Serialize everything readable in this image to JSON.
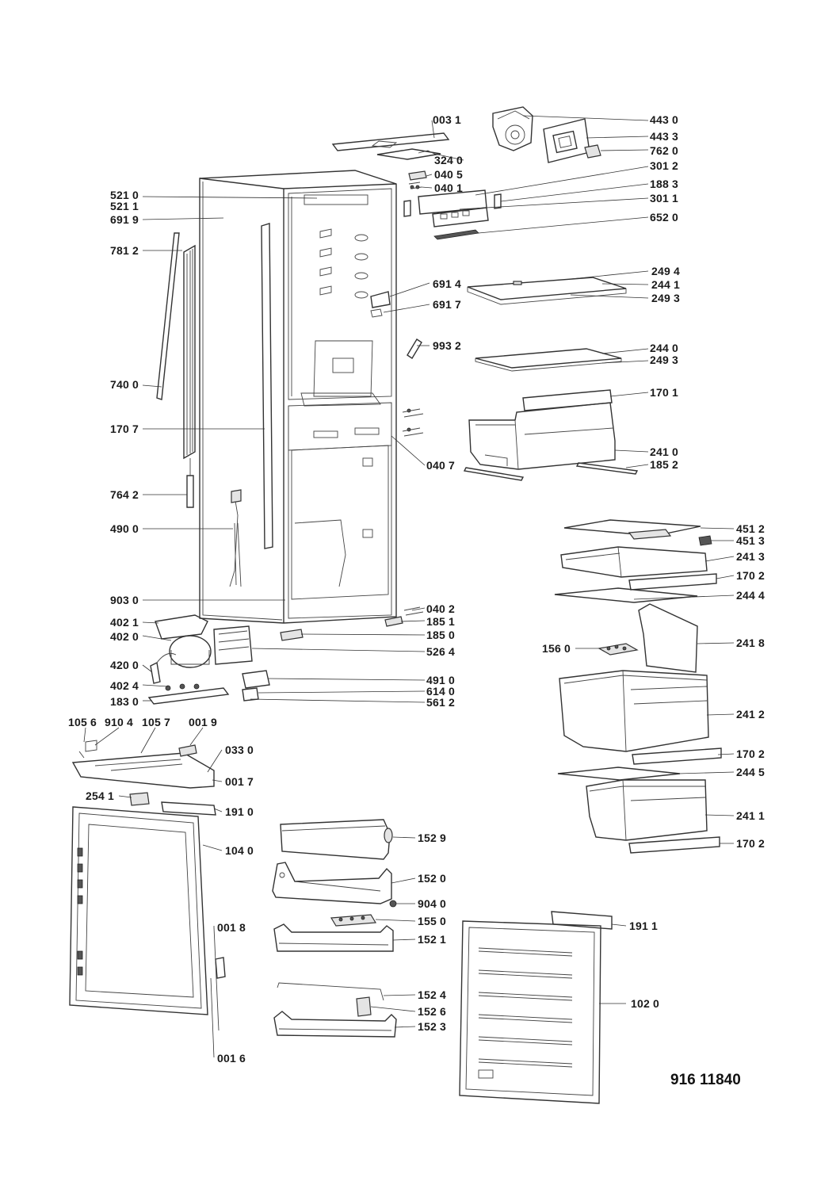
{
  "document_number": "916 11840",
  "labels": {
    "l0031": "003 1",
    "l3240": "324 0",
    "l0405": "040 5",
    "l0401": "040 1",
    "l4430": "443 0",
    "l4433": "443 3",
    "l7620": "762 0",
    "l3012": "301 2",
    "l1883": "188 3",
    "l3011": "301 1",
    "l6520": "652 0",
    "l5210": "521 0",
    "l5211": "521 1",
    "l6919": "691 9",
    "l7812": "781 2",
    "l2494": "249 4",
    "l2441": "244 1",
    "l2493a": "249 3",
    "l6914": "691 4",
    "l6917": "691 7",
    "l9932": "993 2",
    "l2440": "244 0",
    "l2493b": "249 3",
    "l7400": "740 0",
    "l1701": "170 1",
    "l1707": "170 7",
    "l2410": "241 0",
    "l1852": "185 2",
    "l0407": "040 7",
    "l7642": "764 2",
    "l4900": "490 0",
    "l4512": "451 2",
    "l4513": "451 3",
    "l2413": "241 3",
    "l1702a": "170 2",
    "l2444": "244 4",
    "l9030": "903 0",
    "l0402": "040 2",
    "l1851": "185 1",
    "l4021": "402 1",
    "l4020": "402 0",
    "l1850": "185 0",
    "l1560": "156 0",
    "l2418": "241 8",
    "l5264": "526 4",
    "l4200": "420 0",
    "l4910": "491 0",
    "l4024": "402 4",
    "l6140": "614 0",
    "l1830": "183 0",
    "l5612": "561 2",
    "l2412": "241 2",
    "l1056": "105 6",
    "l9104": "910 4",
    "l1057": "105 7",
    "l0019": "001 9",
    "l0330": "033 0",
    "l1702b": "170 2",
    "l2445": "244 5",
    "l0017": "001 7",
    "l2541": "254 1",
    "l1910": "191 0",
    "l2411": "241 1",
    "l1529": "152 9",
    "l1702c": "170 2",
    "l1040": "104 0",
    "l1520": "152 0",
    "l9040": "904 0",
    "l1550": "155 0",
    "l0018": "001 8",
    "l1521": "152 1",
    "l1911": "191 1",
    "l1524": "152 4",
    "l1020": "102 0",
    "l1526": "152 6",
    "l1523": "152 3",
    "l0016": "001 6"
  }
}
